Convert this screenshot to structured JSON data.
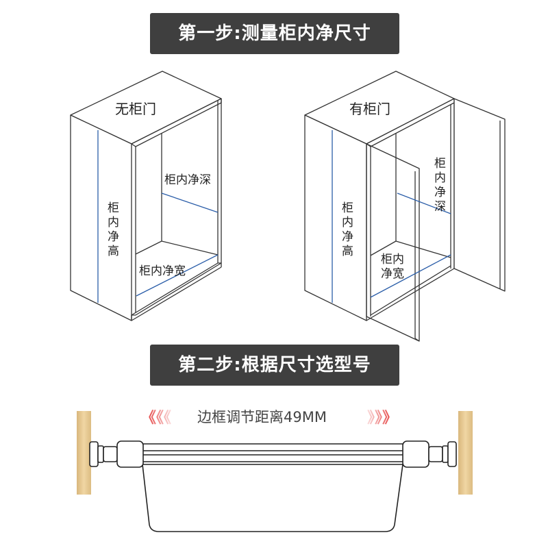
{
  "step1": {
    "title": "第一步:测量柜内净尺寸"
  },
  "step2": {
    "title": "第二步:根据尺寸选型号"
  },
  "cabinet_no_door": {
    "caption": "无柜门",
    "depth_label": "柜内净深",
    "height_label": [
      "柜",
      "内",
      "净",
      "高"
    ],
    "width_label": "柜内净宽"
  },
  "cabinet_with_door": {
    "caption": "有柜门",
    "depth_label": [
      "柜",
      "内",
      "净",
      "深"
    ],
    "height_label": [
      "柜",
      "内",
      "净",
      "高"
    ],
    "width_label": [
      "柜内",
      "净宽"
    ]
  },
  "rod": {
    "adjust_text": "边框调节距离49MM",
    "arrow_left": "《《《",
    "arrow_right": "》》》"
  },
  "colors": {
    "banner_bg": "#3f3f3f",
    "measure_line": "#2a5da8",
    "arrow_red": "#e02020",
    "wood": "#e6c890"
  },
  "icons": [
    "cabinet-no-door-icon",
    "cabinet-with-door-icon",
    "tension-rod-icon",
    "wood-panel-icon"
  ]
}
